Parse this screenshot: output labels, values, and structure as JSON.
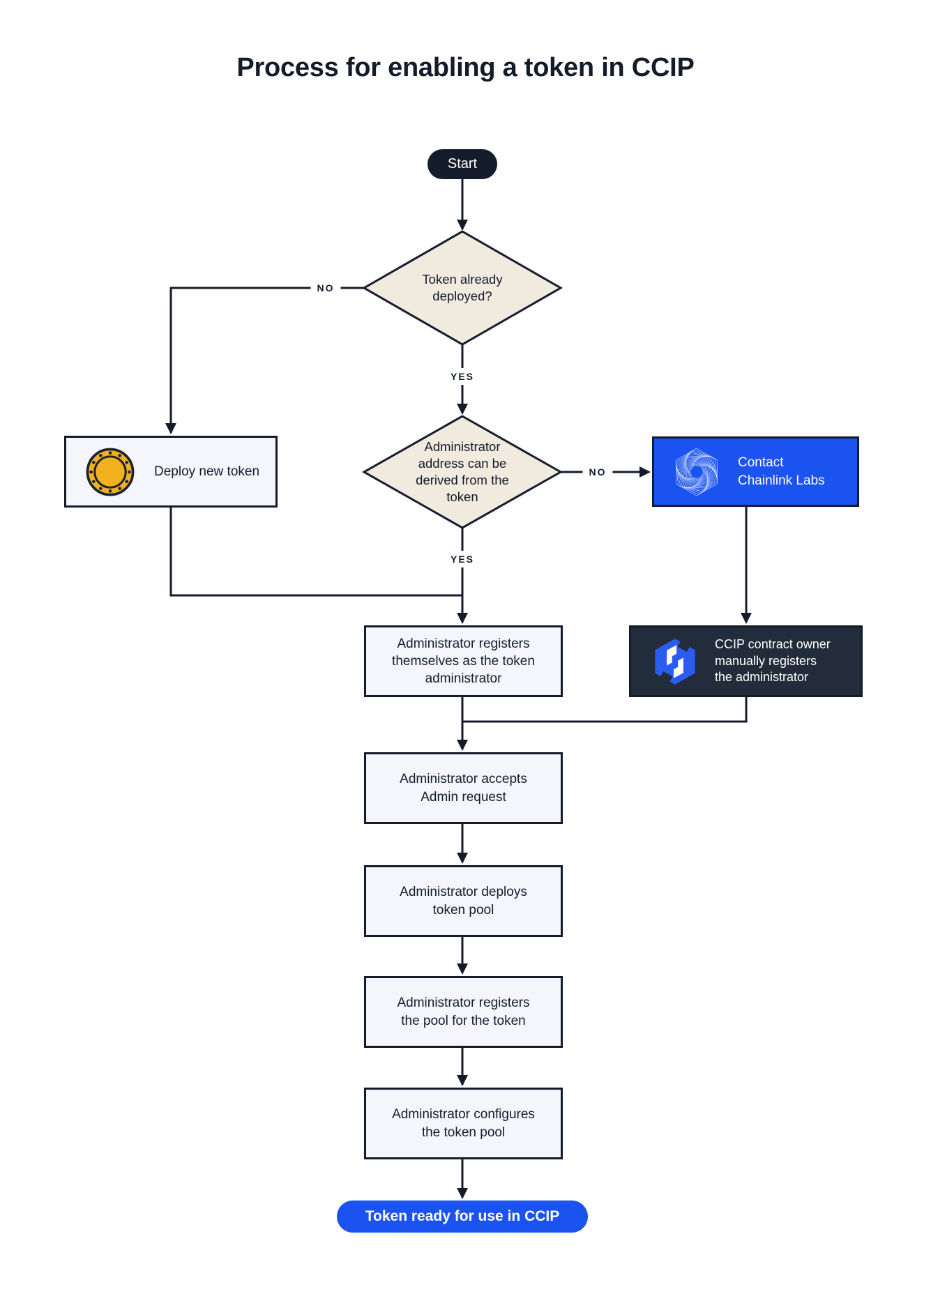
{
  "title": "Process for enabling a token in CCIP",
  "colors": {
    "ink": "#141B2B",
    "accent_blue": "#1A53F0",
    "diamond_fill": "#F0EADF",
    "box_fill": "#F4F6FB",
    "dark_panel": "#232C3A",
    "coin_gold": "#F4B11F"
  },
  "flow": {
    "start": {
      "label": "Start"
    },
    "decision_token_deployed": {
      "label": "Token already\ndeployed?"
    },
    "deploy_new_token": {
      "label": "Deploy new token",
      "icon": "coin-icon"
    },
    "decision_admin_address": {
      "label": "Administrator\naddress can be\nderived from the\ntoken"
    },
    "contact_chainlink": {
      "label": "Contact\nChainlink Labs",
      "icon": "chainlink-logo-icon"
    },
    "register_self": {
      "label": "Administrator registers\nthemselves as the token\nadministrator"
    },
    "ccip_owner_registers": {
      "label": "CCIP contract owner\nmanually registers\nthe administrator",
      "icon": "ccip-logo-icon"
    },
    "accept_request": {
      "label": "Administrator accepts\nAdmin request"
    },
    "deploy_pool": {
      "label": "Administrator deploys\ntoken pool"
    },
    "register_pool": {
      "label": "Administrator registers\nthe pool for the token"
    },
    "configure_pool": {
      "label": "Administrator configures\nthe token pool"
    },
    "end": {
      "label": "Token ready for use in CCIP"
    }
  },
  "edges": {
    "decision1_no": "NO",
    "decision1_yes": "YES",
    "decision2_no": "NO",
    "decision2_yes": "YES"
  }
}
